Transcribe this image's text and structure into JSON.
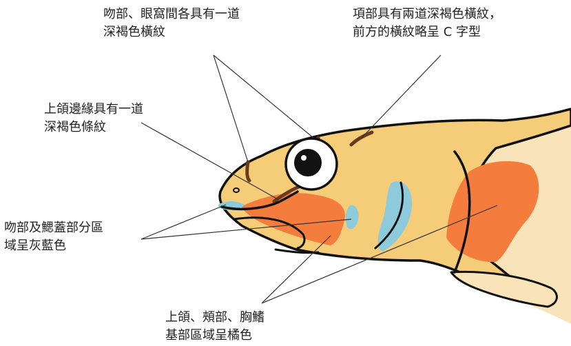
{
  "labels": {
    "snout_orbit": {
      "line1": "吻部、眼窩間各具有一道",
      "line2": "深褐色橫紋"
    },
    "nape": {
      "line1": "項部具有兩道深褐色橫紋，",
      "line2": "前方的橫紋略呈 C 字型"
    },
    "upper_jaw_edge": {
      "line1": "上頜邊緣具有一道",
      "line2": "深褐色條紋"
    },
    "snout_opercle_blue": {
      "line1": "吻部及鰓蓋部分區",
      "line2": "域呈灰藍色"
    },
    "orange_regions": {
      "line1": "上頜、頰部、胸鰭",
      "line2": "基部區域呈橘色"
    }
  },
  "colors": {
    "body": "#F5CD78",
    "body_pale": "#F9E3B9",
    "orange": "#F47C3D",
    "blue_gray": "#8DCBDC",
    "dark_brown": "#6B3A1E",
    "outline": "#111111",
    "leader_line": "#333333",
    "text": "#222222"
  }
}
